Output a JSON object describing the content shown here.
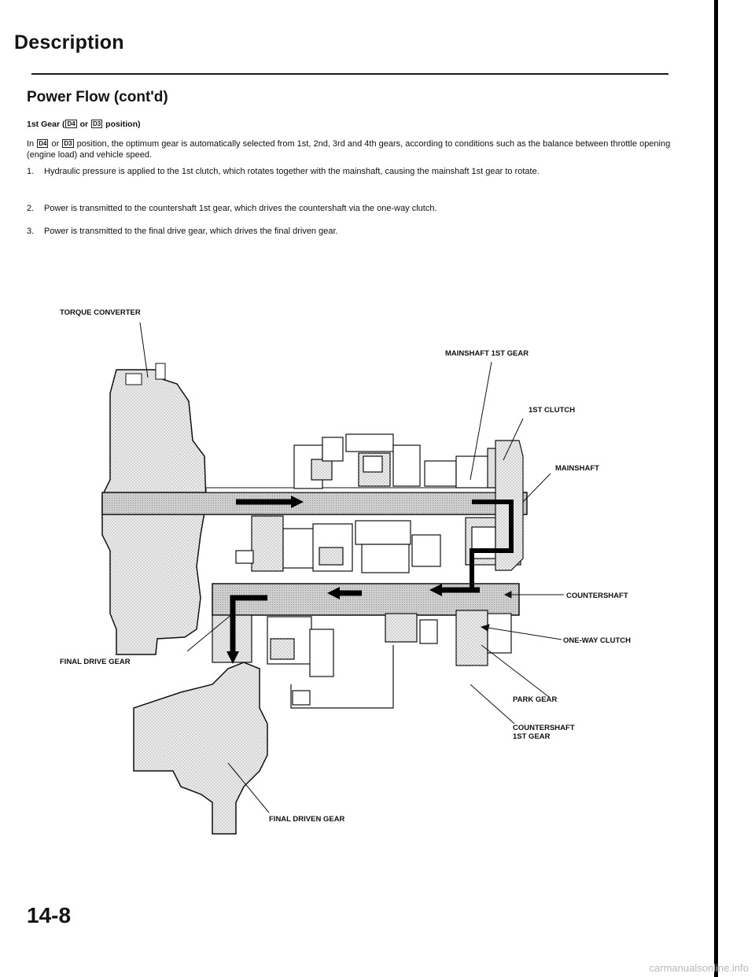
{
  "header": {
    "title": "Description",
    "section": "Power Flow (cont'd)"
  },
  "subhead": {
    "pre": "1st Gear (",
    "box1": "D4",
    "mid": " or ",
    "box2": "D3",
    "post": " position)"
  },
  "intro": {
    "pre": "In ",
    "box1": "D4",
    "mid": " or ",
    "box2": "D3",
    "text": " position, the optimum gear is automatically selected from 1st, 2nd, 3rd and 4th gears, according to conditions such as the balance between throttle opening (engine load) and vehicle speed."
  },
  "steps": [
    {
      "num": "1.",
      "text": "Hydraulic pressure is applied to the 1st clutch, which rotates together with the mainshaft, causing the mainshaft 1st gear to rotate."
    },
    {
      "num": "2.",
      "text": "Power is transmitted to the countershaft 1st gear, which drives the countershaft via the one-way clutch."
    },
    {
      "num": "3.",
      "text": "Power is transmitted to the final drive gear, which drives the final driven gear."
    }
  ],
  "diagram": {
    "labels": {
      "torque_converter": "TORQUE CONVERTER",
      "mainshaft_1st_gear": "MAINSHAFT 1ST GEAR",
      "first_clutch": "1ST CLUTCH",
      "mainshaft": "MAINSHAFT",
      "countershaft": "COUNTERSHAFT",
      "one_way_clutch": "ONE-WAY CLUTCH",
      "final_drive_gear": "FINAL DRIVE GEAR",
      "park_gear": "PARK GEAR",
      "countershaft_1st_gear_l1": "COUNTERSHAFT",
      "countershaft_1st_gear_l2": "1ST GEAR",
      "final_driven_gear": "FINAL DRIVEN GEAR"
    }
  },
  "footer": {
    "page_number": "14-8",
    "watermark": "carmanualsonline.info"
  }
}
